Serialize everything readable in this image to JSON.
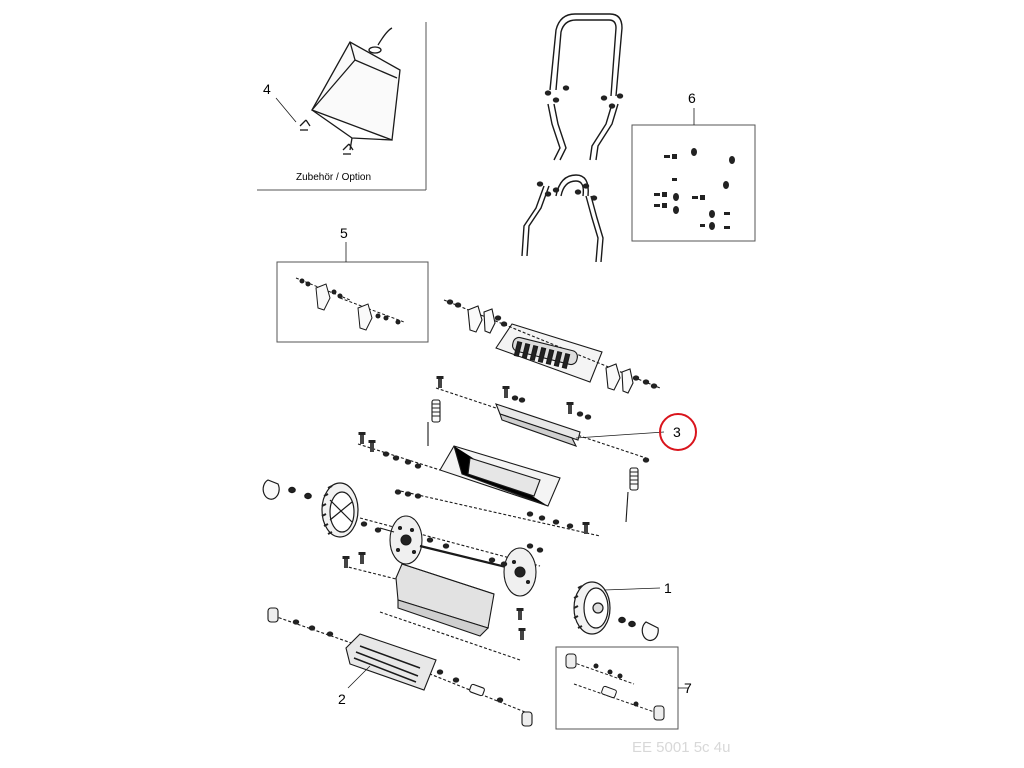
{
  "callouts": {
    "c1": "1",
    "c2": "2",
    "c3": "3",
    "c4": "4",
    "c5": "5",
    "c6": "6",
    "c7": "7"
  },
  "optional_caption": "Zubehör / Option",
  "watermark": "EE 5001 5c 4u",
  "highlight": {
    "callout": "3",
    "color": "#d9141c"
  },
  "colors": {
    "line": "#1a1a1a",
    "frame": "#555555",
    "background": "#ffffff"
  }
}
